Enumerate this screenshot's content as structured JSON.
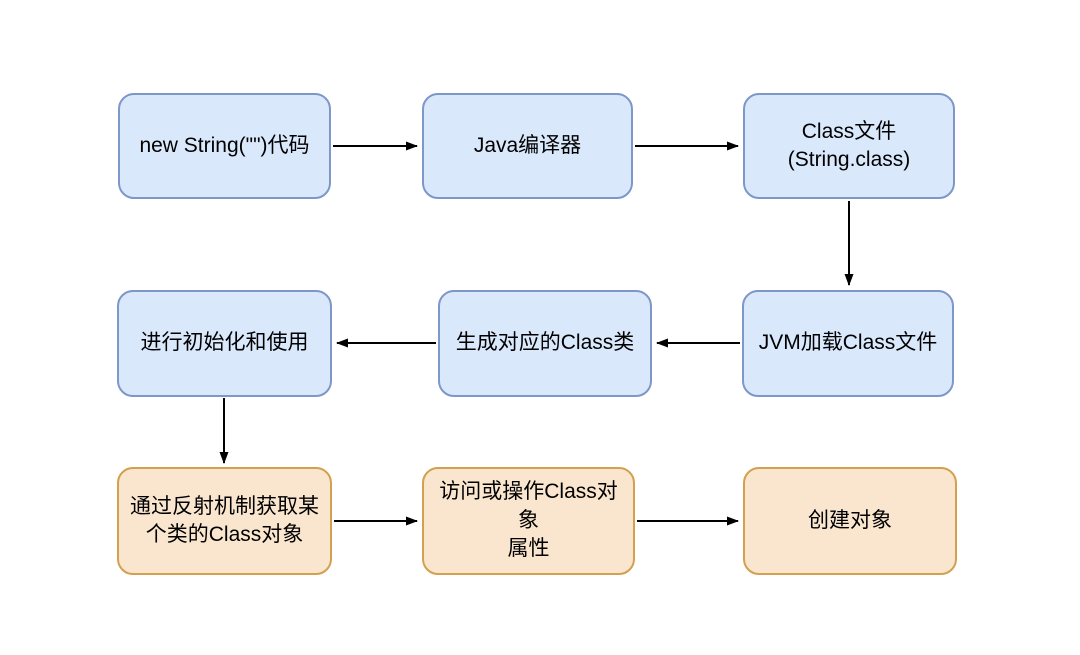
{
  "diagram": {
    "type": "flowchart",
    "background": "#ffffff",
    "nodes": [
      {
        "id": "new-string-code",
        "label": "new String(\"\")代码",
        "group": "blue"
      },
      {
        "id": "java-compiler",
        "label": "Java编译器",
        "group": "blue"
      },
      {
        "id": "class-file",
        "label": "Class文件\n(String.class)",
        "group": "blue"
      },
      {
        "id": "init-and-use",
        "label": "进行初始化和使用",
        "group": "blue"
      },
      {
        "id": "generate-class",
        "label": "生成对应的Class类",
        "group": "blue"
      },
      {
        "id": "jvm-load-class",
        "label": "JVM加载Class文件",
        "group": "blue"
      },
      {
        "id": "reflection-get",
        "label": "通过反射机制获取某\n个类的Class对象",
        "group": "orange"
      },
      {
        "id": "access-attrs",
        "label": "访问或操作Class对象\n属性",
        "group": "orange"
      },
      {
        "id": "create-object",
        "label": "创建对象",
        "group": "orange"
      }
    ],
    "edges": [
      {
        "from": "new-string-code",
        "to": "java-compiler",
        "direction": "right"
      },
      {
        "from": "java-compiler",
        "to": "class-file",
        "direction": "right"
      },
      {
        "from": "class-file",
        "to": "jvm-load-class",
        "direction": "down"
      },
      {
        "from": "jvm-load-class",
        "to": "generate-class",
        "direction": "left"
      },
      {
        "from": "generate-class",
        "to": "init-and-use",
        "direction": "left"
      },
      {
        "from": "init-and-use",
        "to": "reflection-get",
        "direction": "down"
      },
      {
        "from": "reflection-get",
        "to": "access-attrs",
        "direction": "right"
      },
      {
        "from": "access-attrs",
        "to": "create-object",
        "direction": "right"
      }
    ]
  },
  "colors": {
    "blue_fill": "#dae8fc",
    "blue_border": "#7d97c9",
    "orange_fill": "#fae6cf",
    "orange_border": "#d2a04e",
    "arrow": "#000000",
    "canvas": "#ffffff"
  }
}
